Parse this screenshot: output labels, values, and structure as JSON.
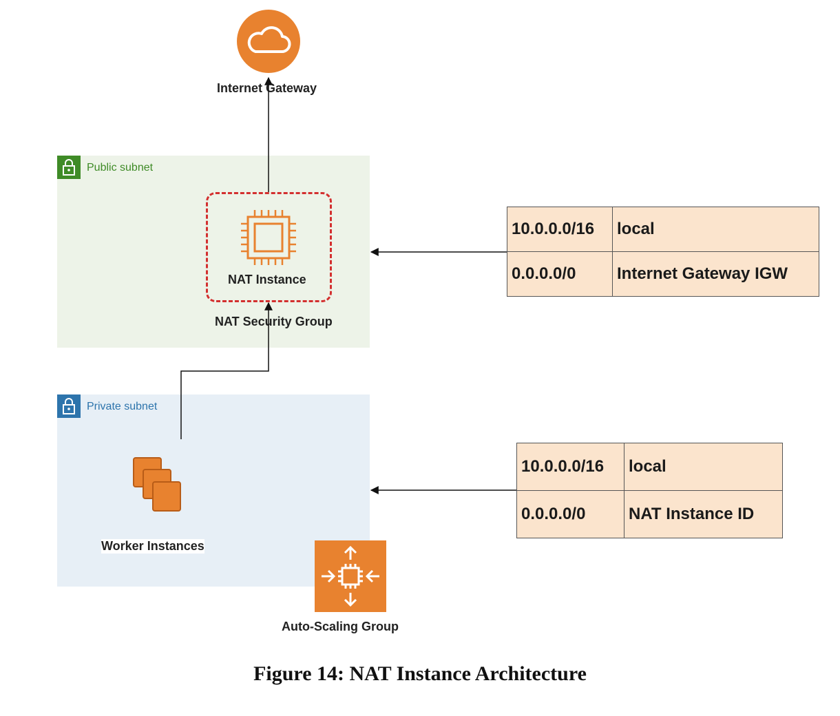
{
  "internet_gateway": {
    "label": "Internet Gateway",
    "icon": "cloud-icon",
    "color": "#e8822f"
  },
  "public_subnet": {
    "label": "Public subnet",
    "color": "#3f8b27",
    "background": "#edf3e8",
    "icon": "lock-icon"
  },
  "nat_instance": {
    "label": "NAT Instance",
    "icon": "chip-icon"
  },
  "nat_security_group": {
    "label": "NAT Security Group",
    "border_color": "#d32f2f"
  },
  "private_subnet": {
    "label": "Private subnet",
    "color": "#2d74ac",
    "background": "#e7eff6",
    "icon": "lock-icon"
  },
  "worker_instances": {
    "label": "Worker Instances",
    "icon": "stacked-instances-icon"
  },
  "auto_scaling_group": {
    "label": "Auto-Scaling Group",
    "icon": "auto-scaling-icon",
    "color": "#e8822f"
  },
  "public_route_table": {
    "rows": [
      {
        "destination": "10.0.0.0/16",
        "target": "local"
      },
      {
        "destination": "0.0.0.0/0",
        "target": "Internet Gateway IGW"
      }
    ],
    "background": "#fbe4cd"
  },
  "private_route_table": {
    "rows": [
      {
        "destination": "10.0.0.0/16",
        "target": "local"
      },
      {
        "destination": "0.0.0.0/0",
        "target": "NAT Instance ID"
      }
    ],
    "background": "#fbe4cd"
  },
  "caption": "Figure 14: NAT Instance Architecture"
}
